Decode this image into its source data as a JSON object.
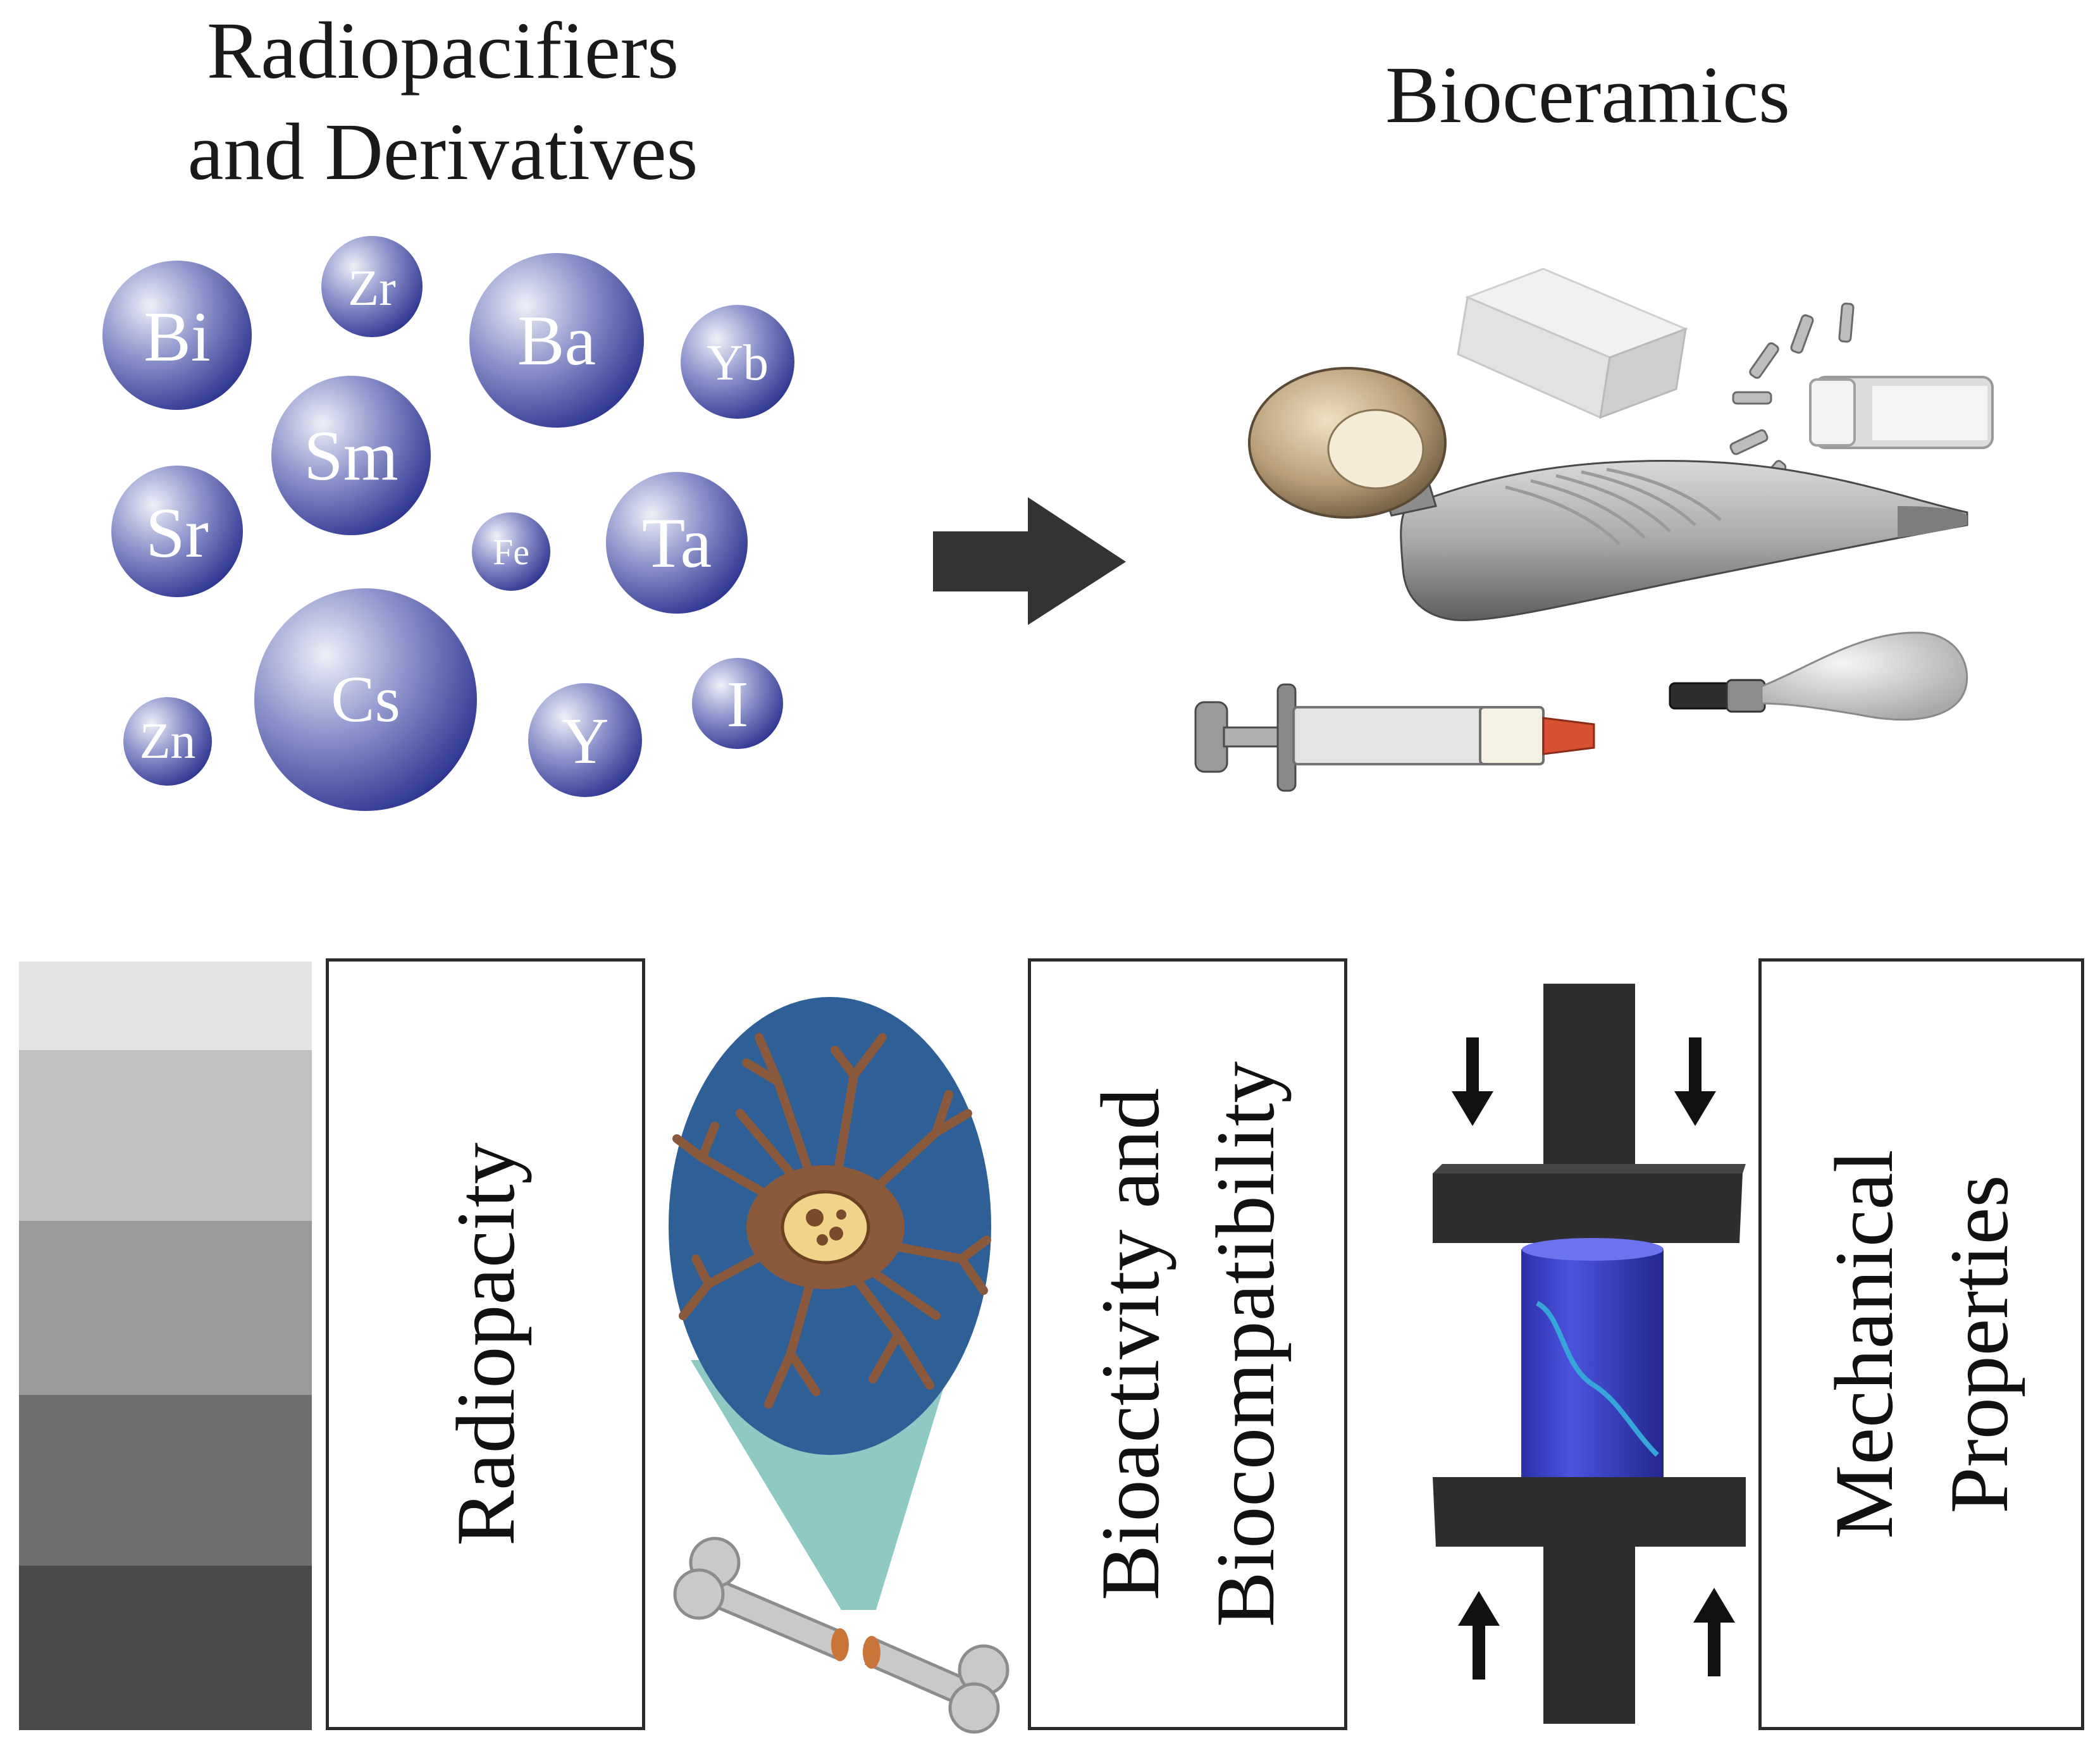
{
  "titles": {
    "left_line1": "Radiopacifiers",
    "left_line2": "and Derivatives",
    "right": "Bioceramics"
  },
  "elements": [
    "Bi",
    "Zr",
    "Ba",
    "Yb",
    "Sm",
    "Sr",
    "Fe",
    "Ta",
    "Cs",
    "Zn",
    "Y",
    "I"
  ],
  "boxes": {
    "radiopacity": "Radiopacity",
    "bio_line1": "Bioactivity and",
    "bio_line2": "Biocompatibility",
    "mech_line1": "Mechanical",
    "mech_line2": "Properties"
  },
  "colors": {
    "sphere_light": "#e8ebf6",
    "sphere_dark": "#2c3390",
    "arrow": "#333333",
    "cell_bg": "#2e6097",
    "cell_body": "#8b5a3c",
    "magnify_cone": "#8fc9c4",
    "cylinder": "#3a3fd0",
    "press": "#2e2e2e"
  },
  "icons": [
    "right-arrow-icon",
    "hip-implant-icon",
    "syringe-icon",
    "bone-icon",
    "cell-icon",
    "down-arrow-icon",
    "up-arrow-icon"
  ]
}
